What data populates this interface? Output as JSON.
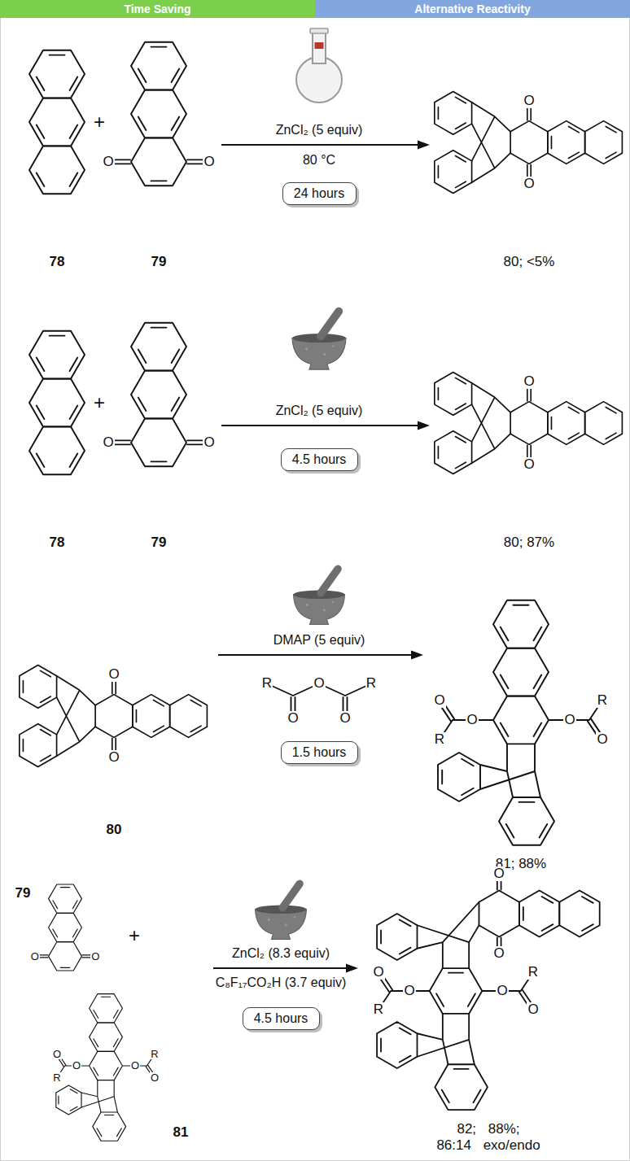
{
  "diagram": {
    "nodes": [
      {
        "text": [
          "Time Saving"
        ]
      },
      {
        "text": [
          "Alternative Reactivity"
        ]
      },
      {
        "text": [
          "24 hours"
        ]
      },
      {
        "text": [
          "4.5 hours"
        ]
      },
      {
        "text": [
          "1.5 hours"
        ]
      },
      {
        "text": [
          "4.5 hours"
        ]
      }
    ],
    "labels": [
      "78",
      "+",
      "79",
      "O",
      "O",
      "ZnCl₂ (5 equiv)",
      "80 °C",
      "O",
      "O",
      "80; <5%",
      "78",
      "+",
      "79",
      "O",
      "O",
      "ZnCl₂ (5 equiv)",
      "O",
      "O",
      "80; 87%",
      "O",
      "O",
      "80",
      "DMAP (5 equiv)",
      "R",
      "O",
      "R",
      "O",
      "O",
      "R",
      "O",
      "O",
      "O",
      "O",
      "R",
      "81; 88%",
      "79",
      "O",
      "O",
      "+",
      "R",
      "O",
      "O",
      "O",
      "O",
      "R",
      "81",
      "ZnCl₂ (8.3 equiv)",
      "C₈F₁₇CO₂H (3.7 equiv)",
      "O",
      "O",
      "R",
      "O",
      "O",
      "O",
      "O",
      "R",
      "82; 88%; 86:14 exo/endo"
    ]
  }
}
